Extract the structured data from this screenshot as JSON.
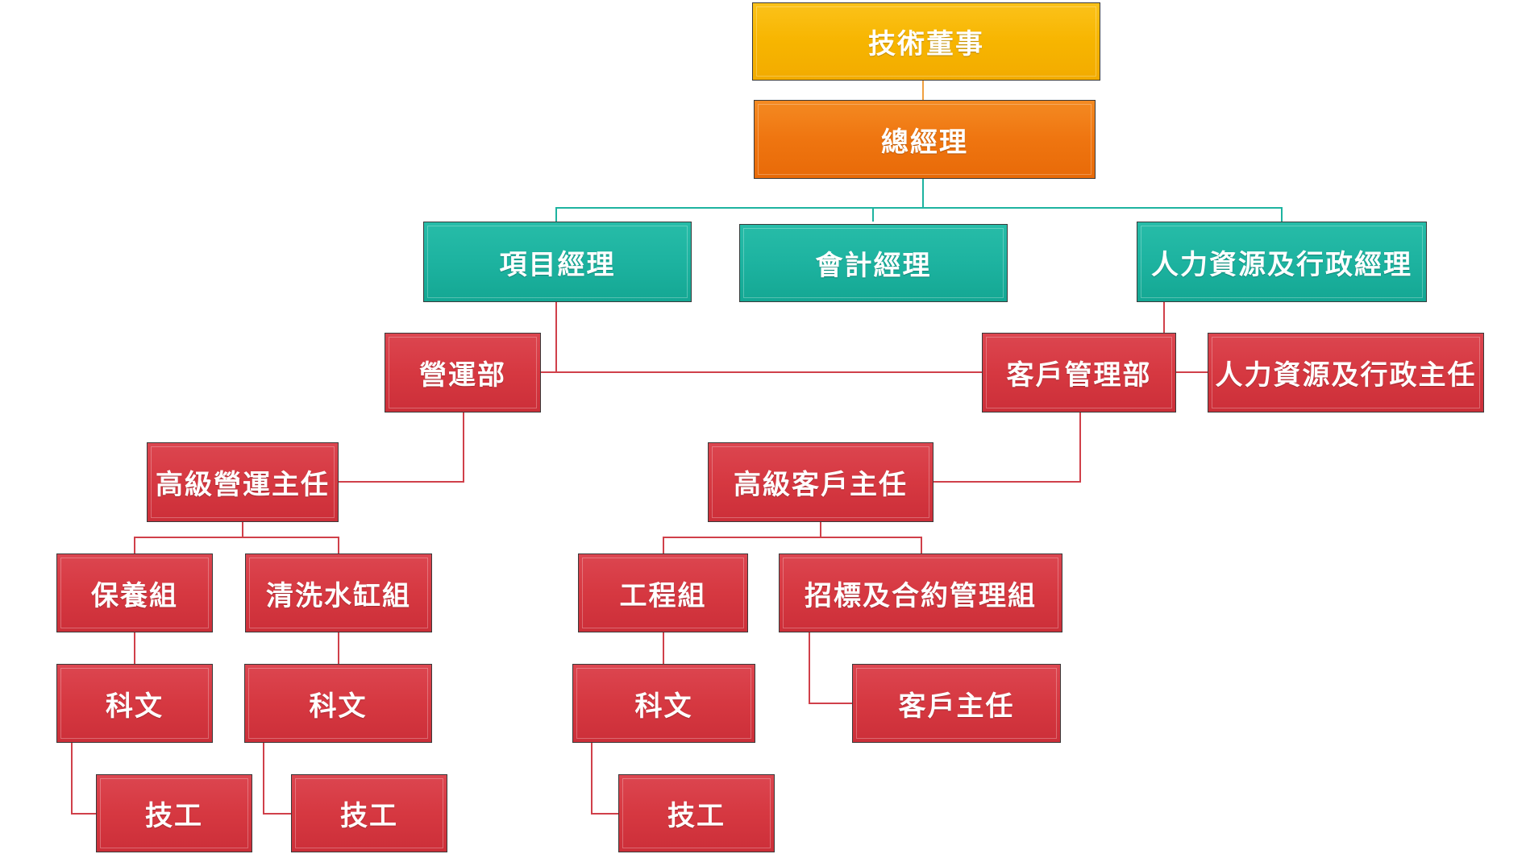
{
  "colors": {
    "board": "#f7b500",
    "general_manager": "#ef7510",
    "managers": "#1db3a0",
    "departments": "#d63841",
    "line_top": "#f0a040",
    "line_managers": "#1db3a0",
    "line_departments": "#d0404a"
  },
  "org": {
    "technical_director": "技術董事",
    "general_manager": "總經理",
    "project_manager": "項目經理",
    "accounting_manager": "會計經理",
    "hr_admin_manager": "人力資源及行政經理",
    "operations_dept": "營運部",
    "client_management_dept": "客戶管理部",
    "hr_admin_supervisor": "人力資源及行政主任",
    "senior_operations_supervisor": "高級營運主任",
    "senior_client_supervisor": "高級客戶主任",
    "maintenance_team": "保養組",
    "tank_cleaning_team": "清洗水缸組",
    "engineering_team": "工程組",
    "tender_contract_team": "招標及合約管理組",
    "clerk_1": "科文",
    "clerk_2": "科文",
    "clerk_3": "科文",
    "client_supervisor": "客戶主任",
    "technician_1": "技工",
    "technician_2": "技工",
    "technician_3": "技工"
  }
}
